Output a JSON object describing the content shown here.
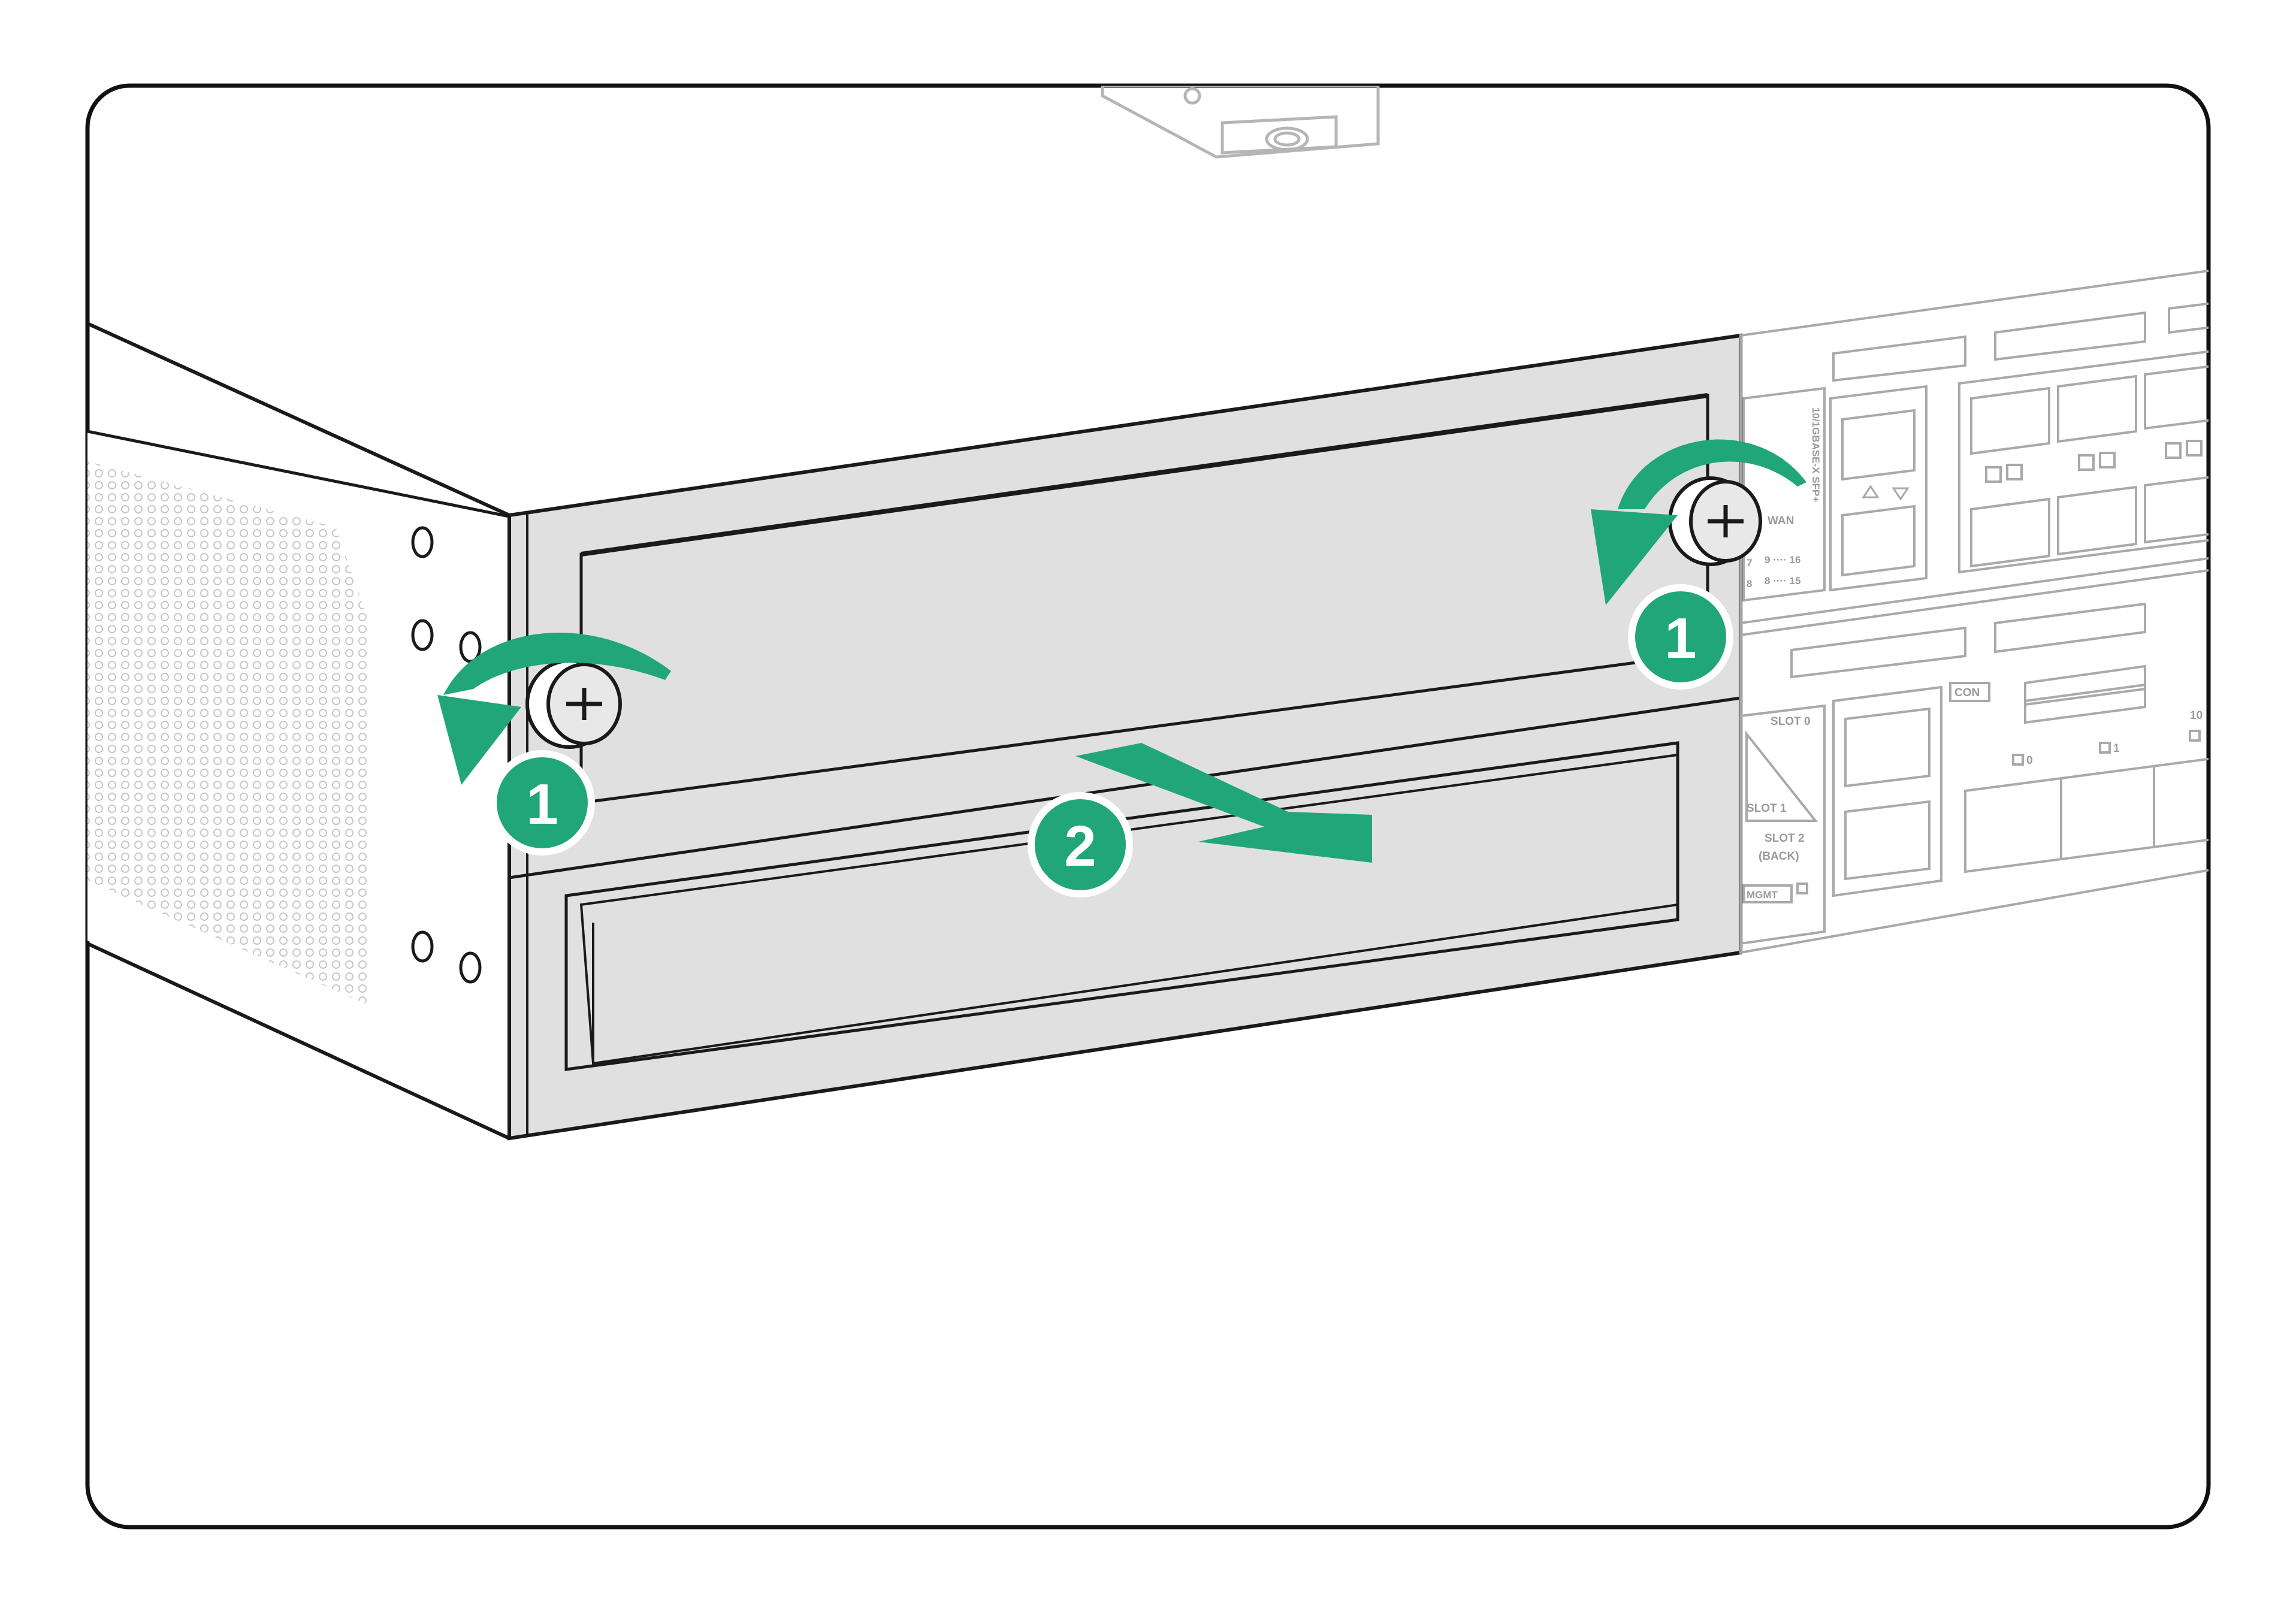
{
  "colors": {
    "frame": "#111111",
    "panel": "#e0e0e0",
    "outline": "#1a1a1a",
    "accent": "#21a67a",
    "faint": "#a9a9a9"
  },
  "steps": {
    "left_screw": "1",
    "right_screw": "1",
    "pull": "2"
  },
  "device_labels": {
    "sfp_plus": "10/1GBASE-X SFP+",
    "wan": "WAN",
    "port_top": "9 ···· 16",
    "port_bottom": "8 ···· 15",
    "port_left_top": "7",
    "port_left_bottom": "8",
    "slot0": "SLOT 0",
    "slot1": "SLOT 1",
    "slot2": "SLOT 2",
    "slot2_sub": "(BACK)",
    "con": "CON",
    "mgmt": "MGMT",
    "led0": "0",
    "led1": "1",
    "led10": "10"
  },
  "icons": [
    "counterclockwise-arrow-icon",
    "pull-out-arrow-icon",
    "captive-screw-icon"
  ]
}
